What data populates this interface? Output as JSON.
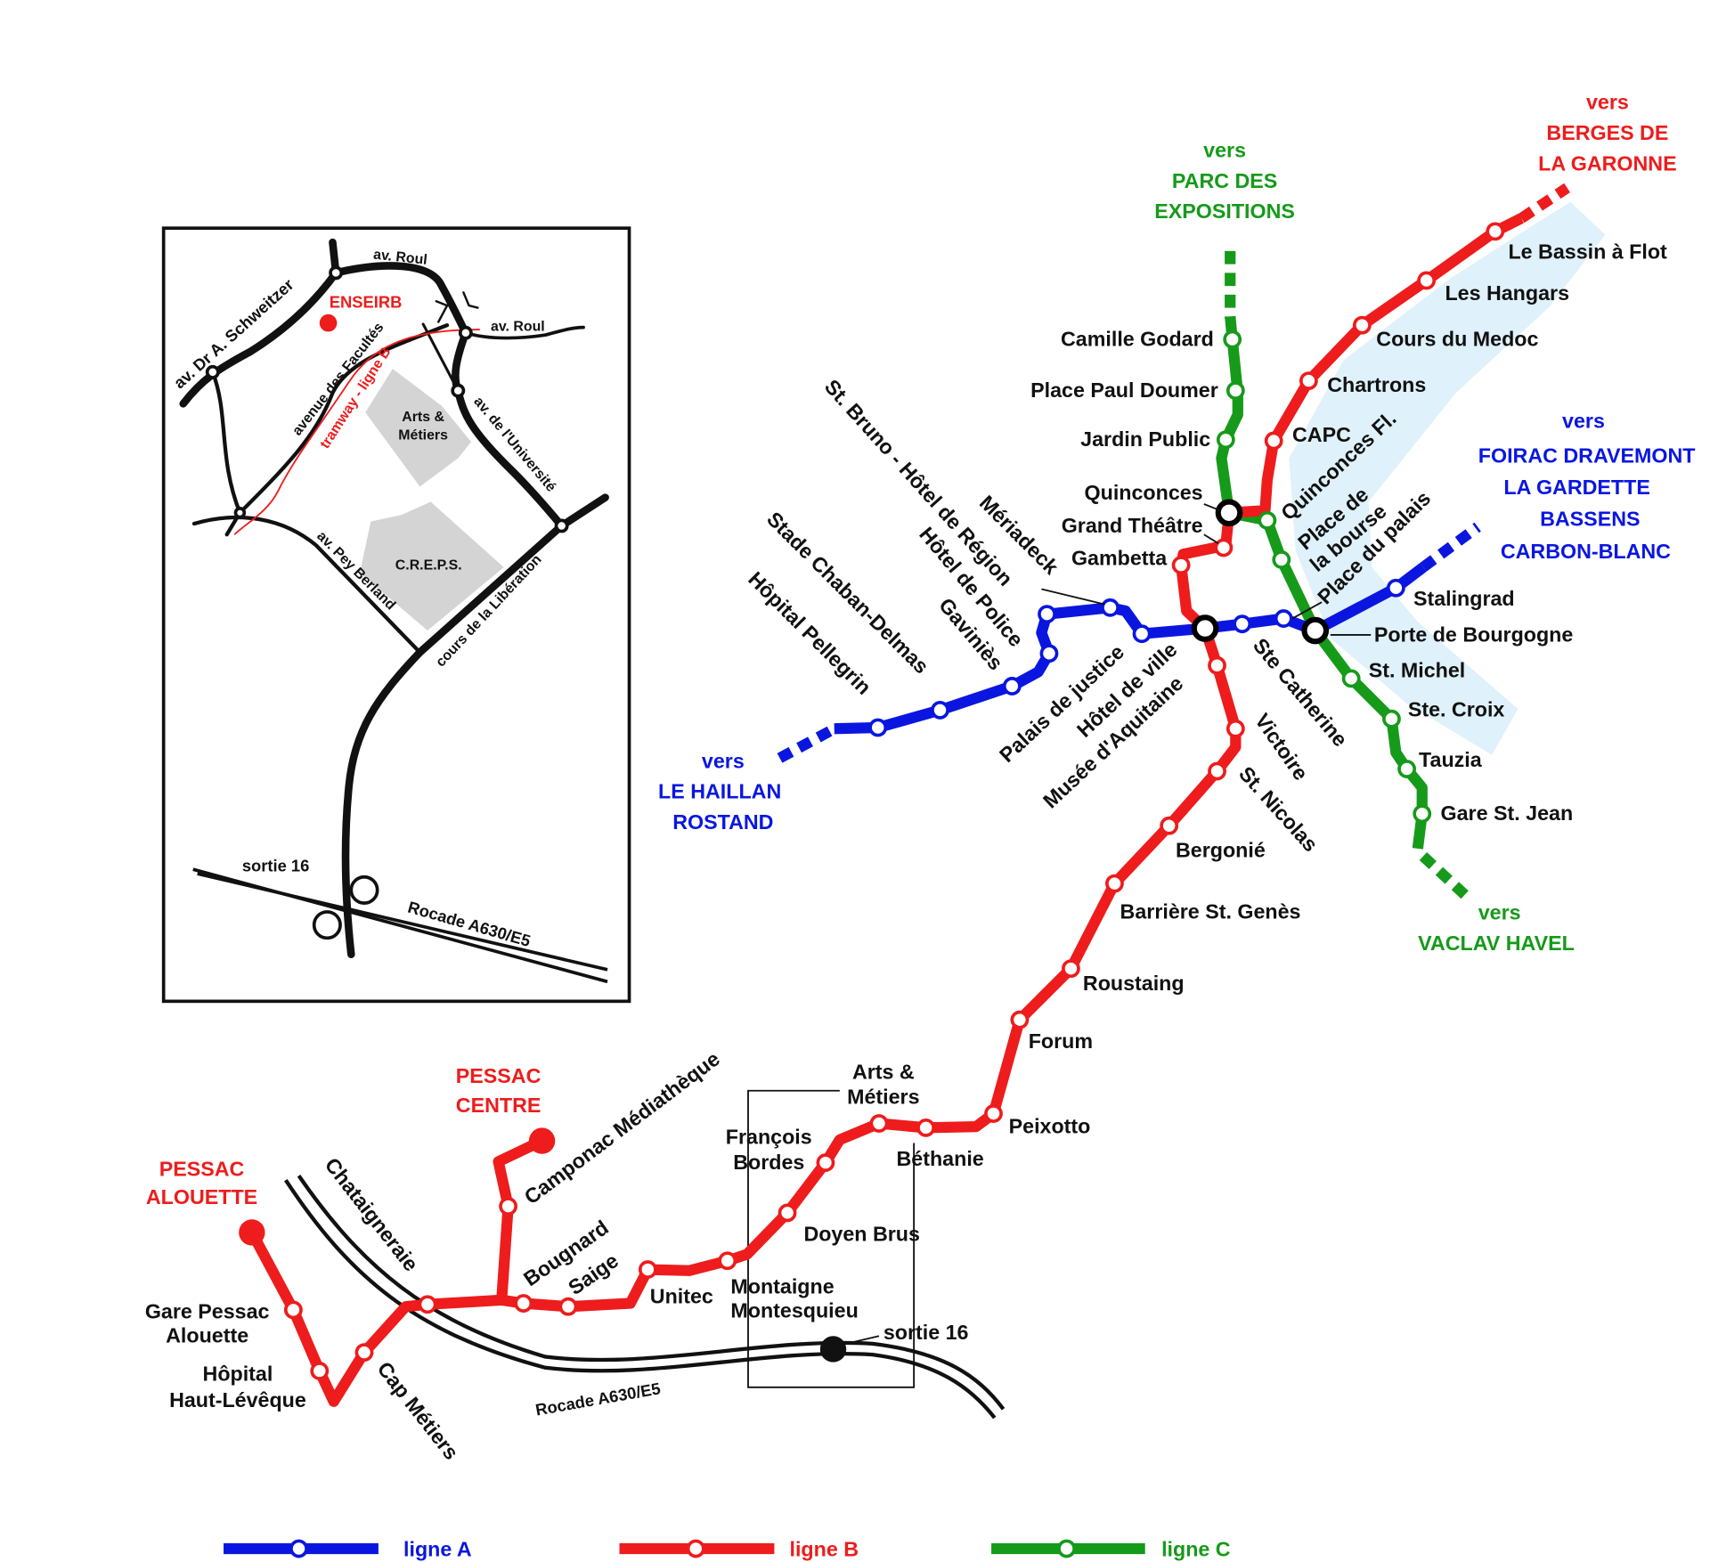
{
  "legend": {
    "a": "ligne A",
    "b": "ligne B",
    "c": "ligne C"
  },
  "colors": {
    "line_a": "#0a16e0",
    "line_b": "#ee1c1c",
    "line_c": "#169a1a",
    "river": "#dff1fa"
  },
  "destinations": {
    "c_north": [
      "vers",
      "PARC DES",
      "EXPOSITIONS"
    ],
    "b_north": [
      "vers",
      "BERGES DE",
      "LA GARONNE"
    ],
    "a_east": [
      "vers",
      "FOIRAC DRAVEMONT",
      "LA GARDETTE",
      "BASSENS",
      "CARBON-BLANC"
    ],
    "c_south": [
      "vers",
      "VACLAV HAVEL"
    ],
    "a_west": [
      "vers",
      "LE HAILLAN",
      "ROSTAND"
    ],
    "b_centre": [
      "PESSAC",
      "CENTRE"
    ],
    "b_alouette": [
      "PESSAC",
      "ALOUETTE"
    ]
  },
  "stations": {
    "camille_godard": "Camille Godard",
    "paul_doumer": "Place Paul Doumer",
    "jardin_public": "Jardin Public",
    "quinconces": "Quinconces",
    "grand_theatre": "Grand Théâtre",
    "gambetta": "Gambetta",
    "bassin_a_flot": "Le Bassin à Flot",
    "hangars": "Les Hangars",
    "cours_medoc": "Cours du Medoc",
    "chartrons": "Chartrons",
    "capc": "CAPC",
    "quinconces_fl": "Quinconces Fl.",
    "place_bourse": [
      "Place de",
      "la bourse"
    ],
    "place_palais": "Place du palais",
    "stalingrad": "Stalingrad",
    "porte_bourgogne": "Porte de Bourgogne",
    "st_michel": "St. Michel",
    "ste_croix": "Ste. Croix",
    "tauzia": "Tauzia",
    "gare_st_jean": "Gare St. Jean",
    "st_bruno": "St. Bruno - Hôtel de Région",
    "meriadeck": "Mériadeck",
    "hotel_police": "Hôtel de Police",
    "gavinies": "Gaviniès",
    "chaban": "Stade Chaban-Delmas",
    "pellegrin": "Hôpital Pellegrin",
    "palais_justice": "Palais de justice",
    "hotel_ville": "Hôtel de ville",
    "musee": "Musée d'Aquitaine",
    "ste_catherine": "Ste Catherine",
    "victoire": "Victoire",
    "st_nicolas": "St. Nicolas",
    "bergonie": "Bergonié",
    "barriere": "Barrière St. Genès",
    "roustaing": "Roustaing",
    "forum": "Forum",
    "peixotto": "Peixotto",
    "bethanie": "Béthanie",
    "arts_metiers": [
      "Arts &",
      "Métiers"
    ],
    "francois_bordes": [
      "François",
      "Bordes"
    ],
    "doyen_brus": "Doyen Brus",
    "montaigne": [
      "Montaigne",
      "Montesquieu"
    ],
    "unitec": "Unitec",
    "saige": "Saige",
    "bougnard": "Bougnard",
    "camponac": "Camponac Médiathèque",
    "chataigneraie": "Chataigneraie",
    "cap_metiers": "Cap Métiers",
    "hopital_hl": [
      "Hôpital",
      "Haut-Lévêque"
    ],
    "gare_pessac": [
      "Gare Pessac",
      "Alouette"
    ],
    "sortie16": "sortie 16",
    "rocade": "Rocade A630/E5"
  },
  "inset": {
    "enseirb": "ENSEIRB",
    "av_roul_top": "av. Roul",
    "av_roul_right": "av. Roul",
    "schweitzer": "av. Dr A. Schweitzer",
    "facultes": "avenue des Facultés",
    "tramway": "tramway - ligne B",
    "arts_metiers": [
      "Arts &",
      "Métiers"
    ],
    "universite": "av. de l'Université",
    "creps": "C.R.E.P.S.",
    "pey_berland": "av. Pey Berland",
    "liberation": "cours de la Libération",
    "sortie16": "sortie 16",
    "rocade": "Rocade A630/E5"
  }
}
